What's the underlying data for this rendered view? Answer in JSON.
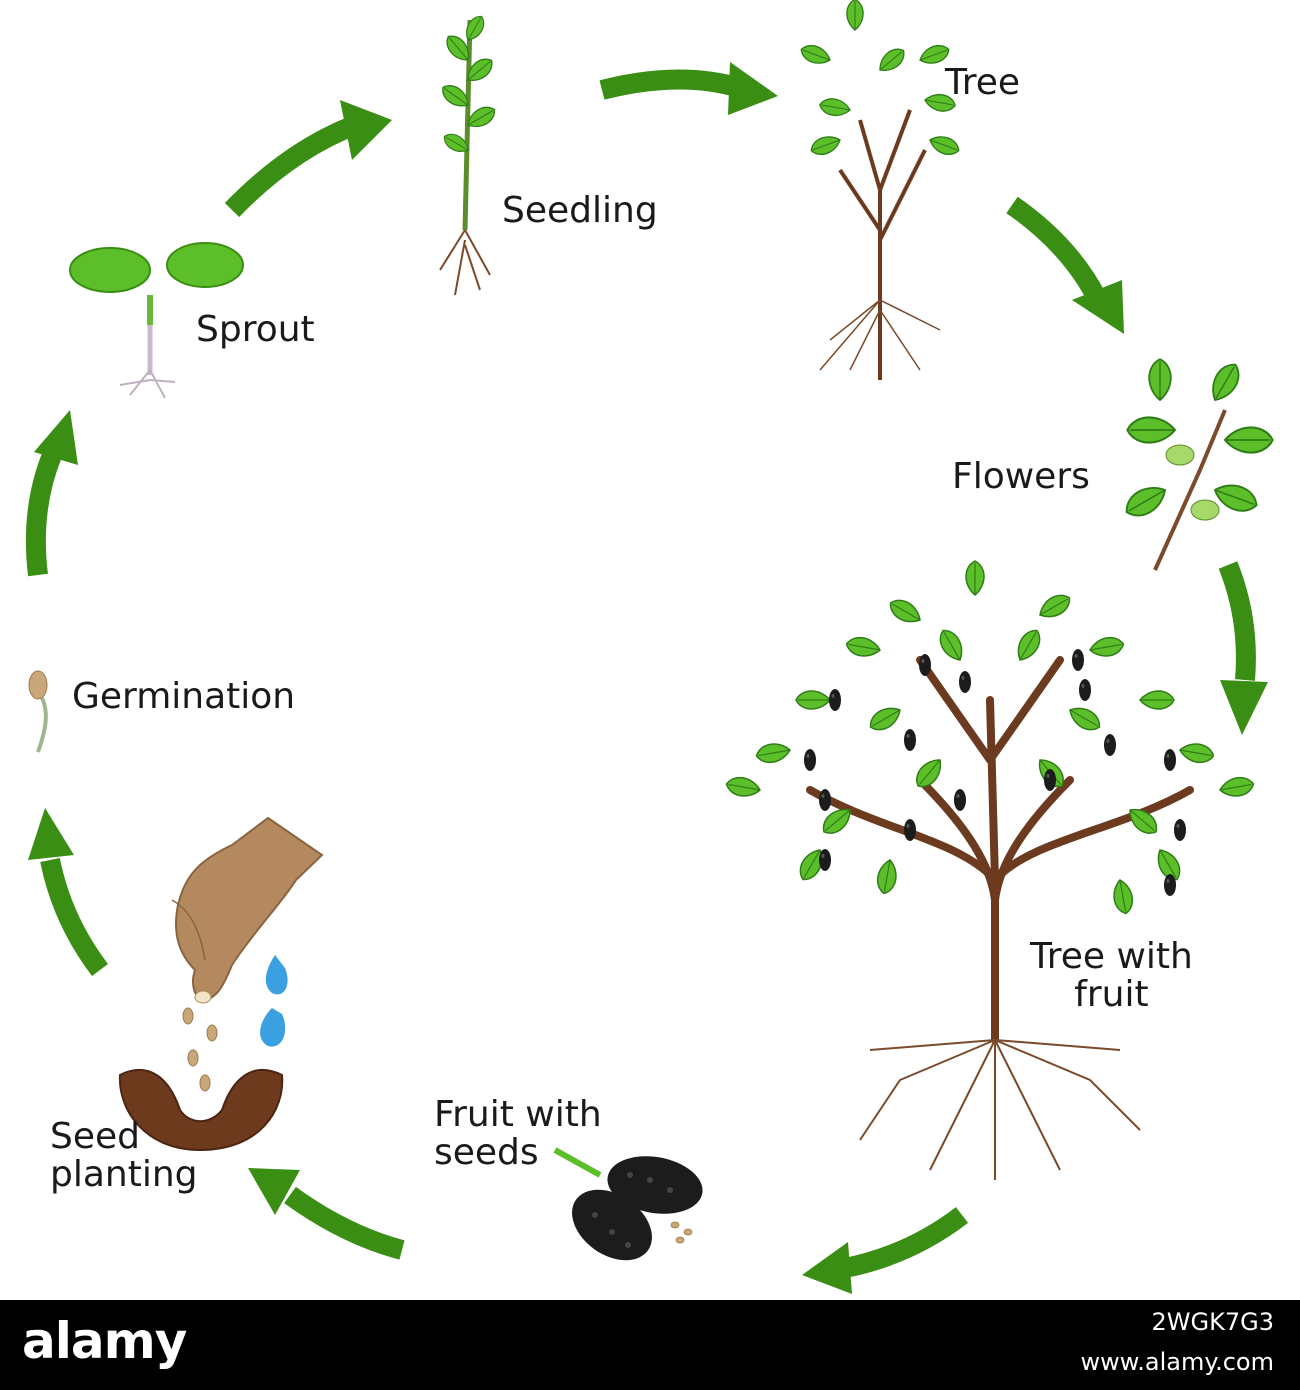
{
  "colors": {
    "arrow": "#3a8e14",
    "leaf": "#5cbf2a",
    "leaf_dark": "#2f7d16",
    "bark": "#6b3a1f",
    "root": "#7a4a2a",
    "fruit": "#1c1c1c",
    "seed": "#c9a77a",
    "soil": "#6e3a1e",
    "skin": "#b58960",
    "water": "#3aa0e0",
    "footer_bg": "#000000",
    "footer_text": "#ffffff"
  },
  "stages": {
    "seed_planting": "Seed\nplanting",
    "germination": "Germination",
    "sprout": "Sprout",
    "seedling": "Seedling",
    "tree": "Tree",
    "flowers": "Flowers",
    "tree_with_fruit": "Tree with\nfruit",
    "fruit_with_seeds": "Fruit with\nseeds"
  },
  "footer": {
    "logo": "alamy",
    "image_id": "2WGK7G3",
    "url": "www.alamy.com"
  }
}
